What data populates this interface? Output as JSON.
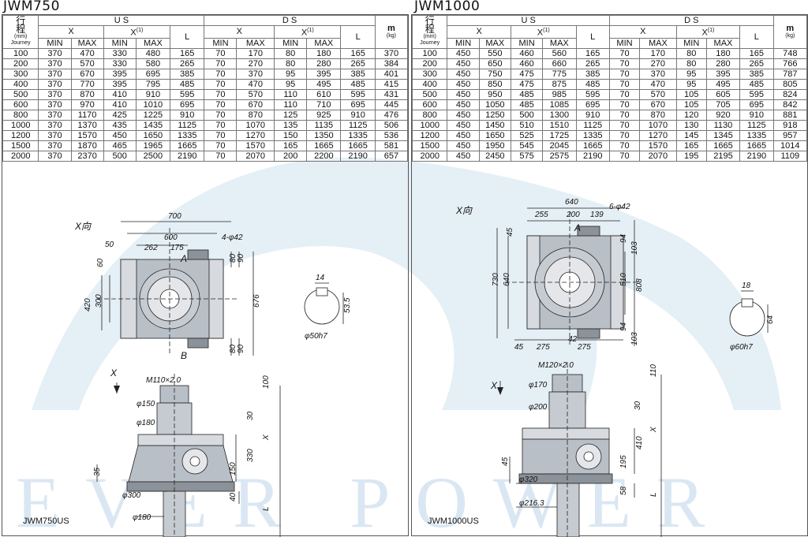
{
  "watermark": {
    "text": "EVER POWER",
    "color": "#7fb2d8"
  },
  "colors": {
    "body_fill": "#b9bfc6",
    "dark_fill": "#6e757c",
    "line": "#222"
  },
  "left": {
    "title": "JWM750",
    "caption": "JWM750US",
    "header": {
      "stroke_top": "行",
      "stroke_mid": "程",
      "stroke_unit": "(mm)",
      "stroke_en": "Journey",
      "us": "U S",
      "ds": "D S",
      "x": "X",
      "x1": "X",
      "x1_sup": "(1)",
      "l": "L",
      "mass": "m",
      "mass_unit": "(kg)",
      "min": "MIN",
      "max": "MAX"
    },
    "rows": [
      [
        "100",
        "370",
        "470",
        "330",
        "480",
        "165",
        "70",
        "170",
        "80",
        "180",
        "165",
        "370"
      ],
      [
        "200",
        "370",
        "570",
        "330",
        "580",
        "265",
        "70",
        "270",
        "80",
        "280",
        "265",
        "384"
      ],
      [
        "300",
        "370",
        "670",
        "395",
        "695",
        "385",
        "70",
        "370",
        "95",
        "395",
        "385",
        "401"
      ],
      [
        "400",
        "370",
        "770",
        "395",
        "795",
        "485",
        "70",
        "470",
        "95",
        "495",
        "485",
        "415"
      ],
      [
        "500",
        "370",
        "870",
        "410",
        "910",
        "595",
        "70",
        "570",
        "110",
        "610",
        "595",
        "431"
      ],
      [
        "600",
        "370",
        "970",
        "410",
        "1010",
        "695",
        "70",
        "670",
        "110",
        "710",
        "695",
        "445"
      ],
      [
        "800",
        "370",
        "1170",
        "425",
        "1225",
        "910",
        "70",
        "870",
        "125",
        "925",
        "910",
        "476"
      ],
      [
        "1000",
        "370",
        "1370",
        "435",
        "1435",
        "1125",
        "70",
        "1070",
        "135",
        "1135",
        "1125",
        "506"
      ],
      [
        "1200",
        "370",
        "1570",
        "450",
        "1650",
        "1335",
        "70",
        "1270",
        "150",
        "1350",
        "1335",
        "536"
      ],
      [
        "1500",
        "370",
        "1870",
        "465",
        "1965",
        "1665",
        "70",
        "1570",
        "165",
        "1665",
        "1665",
        "581"
      ],
      [
        "2000",
        "370",
        "2370",
        "500",
        "2500",
        "2190",
        "70",
        "2070",
        "200",
        "2200",
        "2190",
        "657"
      ]
    ],
    "dims": {
      "view": "X向",
      "w700": "700",
      "bolt": "4-φ42",
      "w600": "600",
      "w50": "50",
      "w262": "262",
      "w175": "175",
      "a": "A",
      "b": "B",
      "d80t": "80",
      "d90t": "90",
      "d60": "60",
      "h420": "420",
      "h300": "300",
      "h676": "676",
      "d80b": "80",
      "d90b": "90",
      "key14": "14",
      "key535": "53.5",
      "shaft": "φ50h7",
      "x": "X",
      "thread": "M110×2.0",
      "d150": "φ150",
      "d180a": "φ180",
      "d300": "φ300",
      "d180b": "φ180",
      "v100": "100",
      "v30": "30",
      "vX": "X",
      "v330": "330",
      "v150": "150",
      "v35": "35",
      "v40": "40",
      "vL": "L"
    }
  },
  "right": {
    "title": "JWM1000",
    "caption": "JWM1000US",
    "rows": [
      [
        "100",
        "450",
        "550",
        "460",
        "560",
        "165",
        "70",
        "170",
        "80",
        "180",
        "165",
        "748"
      ],
      [
        "200",
        "450",
        "650",
        "460",
        "660",
        "265",
        "70",
        "270",
        "80",
        "280",
        "265",
        "766"
      ],
      [
        "300",
        "450",
        "750",
        "475",
        "775",
        "385",
        "70",
        "370",
        "95",
        "395",
        "385",
        "787"
      ],
      [
        "400",
        "450",
        "850",
        "475",
        "875",
        "485",
        "70",
        "470",
        "95",
        "495",
        "485",
        "805"
      ],
      [
        "500",
        "450",
        "950",
        "485",
        "985",
        "595",
        "70",
        "570",
        "105",
        "605",
        "595",
        "824"
      ],
      [
        "600",
        "450",
        "1050",
        "485",
        "1085",
        "695",
        "70",
        "670",
        "105",
        "705",
        "695",
        "842"
      ],
      [
        "800",
        "450",
        "1250",
        "500",
        "1300",
        "910",
        "70",
        "870",
        "120",
        "920",
        "910",
        "881"
      ],
      [
        "1000",
        "450",
        "1450",
        "510",
        "1510",
        "1125",
        "70",
        "1070",
        "130",
        "1130",
        "1125",
        "918"
      ],
      [
        "1200",
        "450",
        "1650",
        "525",
        "1725",
        "1335",
        "70",
        "1270",
        "145",
        "1345",
        "1335",
        "957"
      ],
      [
        "1500",
        "450",
        "1950",
        "545",
        "2045",
        "1665",
        "70",
        "1570",
        "165",
        "1665",
        "1665",
        "1014"
      ],
      [
        "2000",
        "450",
        "2450",
        "575",
        "2575",
        "2190",
        "70",
        "2070",
        "195",
        "2195",
        "2190",
        "1109"
      ]
    ],
    "dims": {
      "view": "X向",
      "w640": "640",
      "bolt": "6-φ42",
      "w255": "255",
      "w200": "200",
      "w139": "139",
      "a": "A",
      "d45": "45",
      "h730": "730",
      "h640": "640",
      "d94t": "94",
      "d103t": "103",
      "h510": "510",
      "h808": "808",
      "d94b": "94",
      "d103b": "103",
      "b45": "45",
      "b275a": "275",
      "b42": "42",
      "b275b": "275",
      "key18": "18",
      "key64": "64",
      "shaft": "φ60h7",
      "x": "X",
      "thread": "M120×2.0",
      "d170": "φ170",
      "d200": "φ200",
      "d320": "φ320",
      "d2163": "φ216.3",
      "v110": "110",
      "v30": "30",
      "vX": "X",
      "v410": "410",
      "v195": "195",
      "v45": "45",
      "v58": "58",
      "vL": "L"
    }
  }
}
